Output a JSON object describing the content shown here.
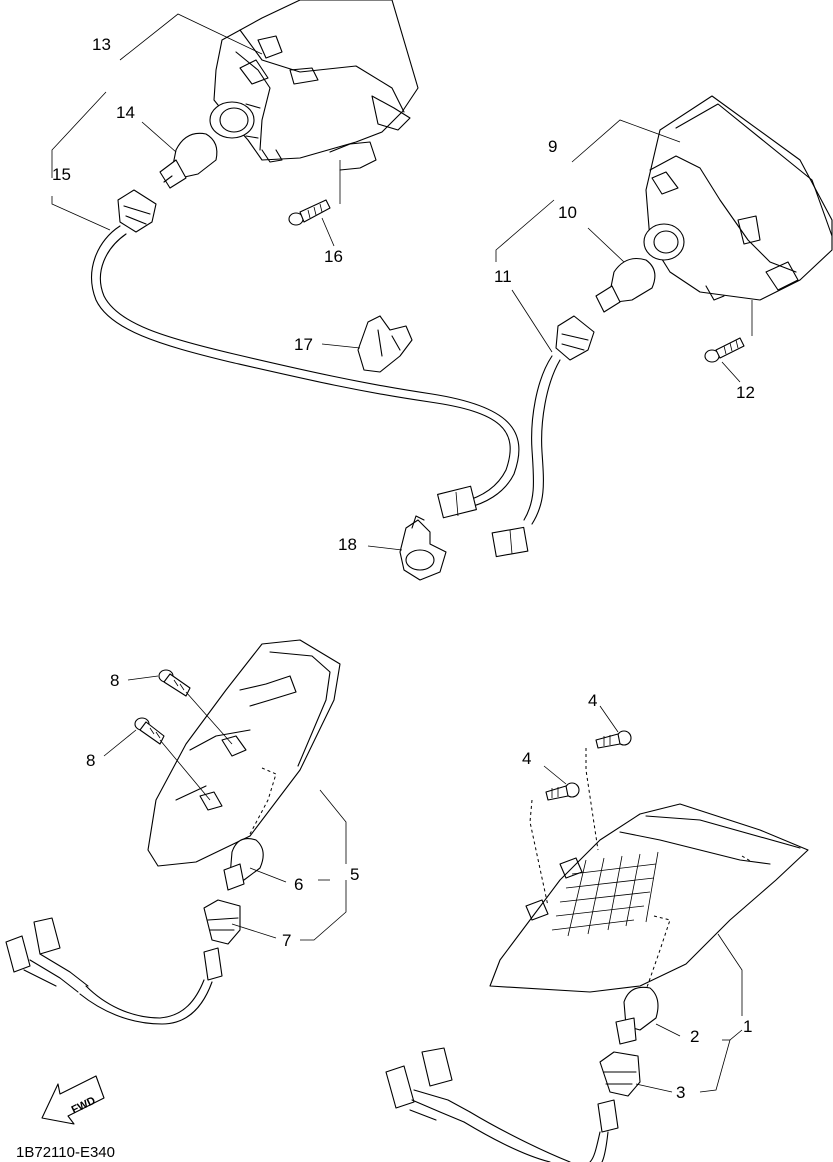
{
  "diagram": {
    "part_labels": [
      "1",
      "2",
      "3",
      "4",
      "4",
      "5",
      "6",
      "7",
      "8",
      "8",
      "9",
      "10",
      "11",
      "12",
      "13",
      "14",
      "15",
      "16",
      "17",
      "18"
    ],
    "direction_label": "FWD",
    "figure_code": "1B72110-E340"
  }
}
